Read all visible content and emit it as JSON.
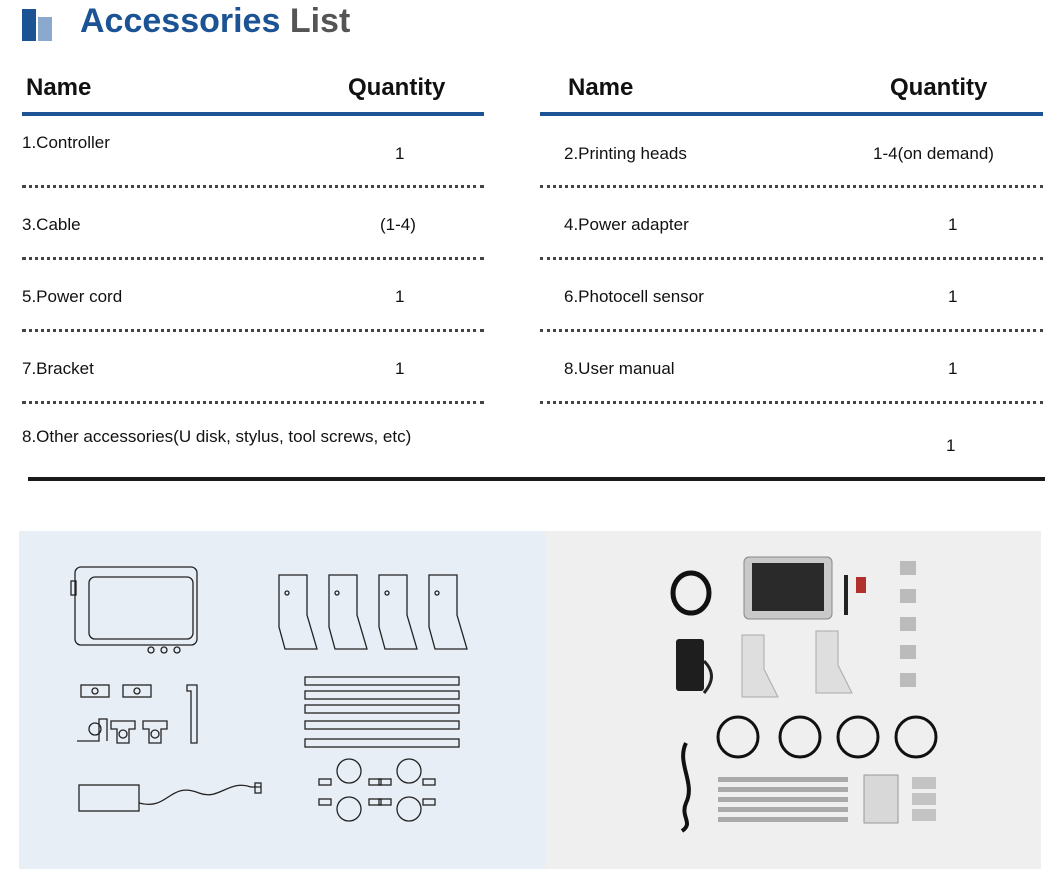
{
  "title": {
    "word1": "Accessories",
    "word2": "List"
  },
  "table_headers": {
    "name": "Name",
    "quantity": "Quantity"
  },
  "left_items": [
    {
      "name": "1.Controller",
      "qty": "1"
    },
    {
      "name": "3.Cable",
      "qty": "(1-4)"
    },
    {
      "name": "5.Power cord",
      "qty": "1"
    },
    {
      "name": "7.Bracket",
      "qty": "1"
    },
    {
      "name": "8.Other accessories(U disk, stylus, tool screws, etc)",
      "qty": "1"
    }
  ],
  "right_items": [
    {
      "name": "2.Printing heads",
      "qty": "1-4(on demand)"
    },
    {
      "name": "4.Power adapter",
      "qty": "1"
    },
    {
      "name": "6.Photocell sensor",
      "qty": "1"
    },
    {
      "name": "8.User manual",
      "qty": "1"
    }
  ],
  "colors": {
    "accent": "#1b5394",
    "accent_light": "#8aa9cc",
    "line_art_panel": "#e8eef6",
    "photo_panel": "#efefef"
  }
}
